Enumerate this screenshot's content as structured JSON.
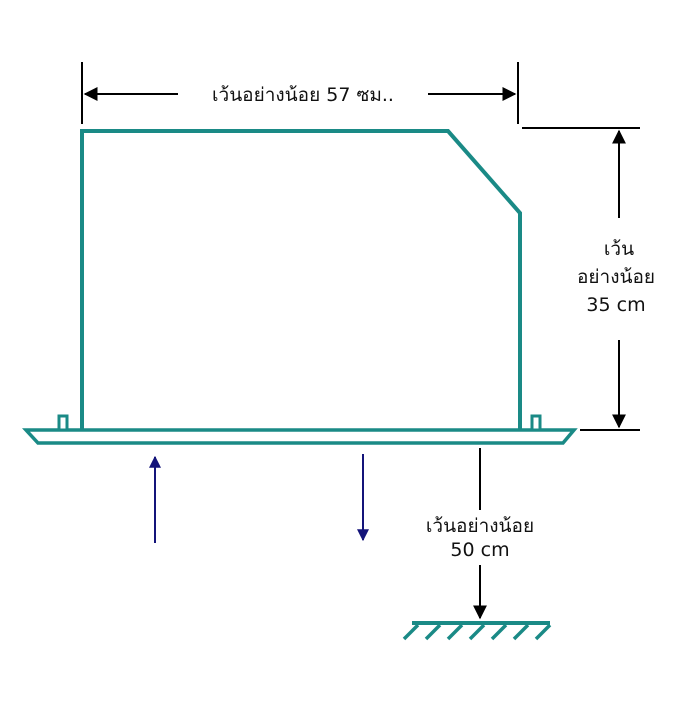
{
  "labels": {
    "top_width": "เว้นอย่างน้อย 57 ซม..",
    "right_clearance": [
      "เว้น",
      "อย่างน้อย",
      "35 cm"
    ],
    "bottom_clearance": [
      "เว้นอย่างน้อย",
      "50 cm"
    ]
  },
  "colors": {
    "unit_outline": "#1a8a86",
    "airflow_arrow": "#14147a",
    "dimension_line": "#000000",
    "floor_hatch": "#1a8a86"
  }
}
